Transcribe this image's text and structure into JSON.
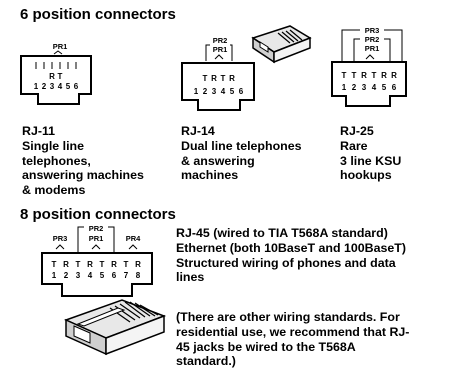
{
  "six_heading": "6 position connectors",
  "eight_heading": "8 position connectors",
  "rj11": {
    "name": "RJ-11",
    "lines": [
      "Single line",
      "telephones,",
      "answering machines",
      "& modems"
    ],
    "pairs": [
      "PR1"
    ],
    "pins": [
      "1",
      "2",
      "3",
      "4",
      "5",
      "6"
    ],
    "wires": [
      "R",
      "T"
    ]
  },
  "rj14": {
    "name": "RJ-14",
    "lines": [
      "Dual line telephones",
      "& answering",
      "machines"
    ],
    "pairs": [
      "PR2",
      "PR1"
    ],
    "pins": [
      "1",
      "2",
      "3",
      "4",
      "5",
      "6"
    ],
    "wires": [
      "T",
      "R",
      "T",
      "R"
    ]
  },
  "rj25": {
    "name": "RJ-25",
    "lines": [
      "Rare",
      "3 line KSU",
      "hookups"
    ],
    "pairs": [
      "PR3",
      "PR2",
      "PR1"
    ],
    "pins": [
      "1",
      "2",
      "3",
      "4",
      "5",
      "6"
    ],
    "wires": [
      "T",
      "T",
      "R",
      "T",
      "R",
      "R"
    ]
  },
  "rj45": {
    "pairs": [
      "PR3",
      "PR2",
      "PR1",
      "PR4"
    ],
    "pins": [
      "1",
      "2",
      "3",
      "4",
      "5",
      "6",
      "7",
      "8"
    ],
    "wires": [
      "T",
      "R",
      "T",
      "R",
      "T",
      "R",
      "T",
      "R"
    ],
    "lines": [
      "RJ-45  (wired to TIA T568A standard)",
      "Ethernet (both 10BaseT and 100BaseT)",
      "Structured wiring of phones and data",
      "lines"
    ],
    "note_lines": [
      "(There are other wiring standards.  For",
      "residential use, we recommend that  RJ-",
      "45 jacks be wired to the T568A",
      "standard.)"
    ]
  }
}
